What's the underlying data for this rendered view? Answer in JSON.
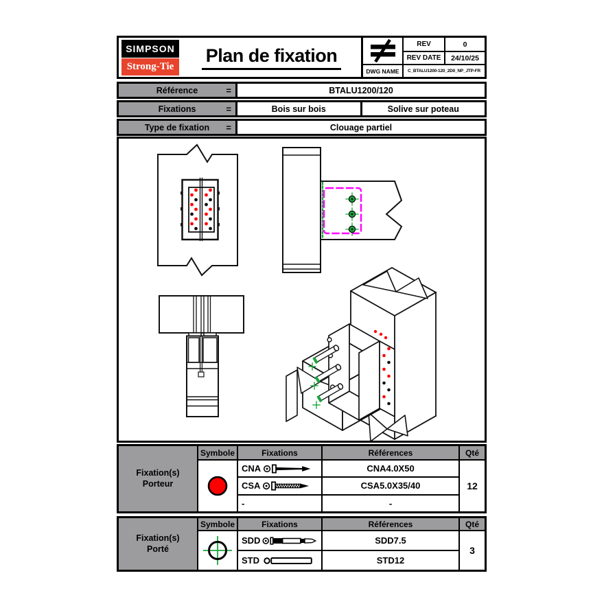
{
  "header": {
    "brand_top": "SIMPSON",
    "brand_bottom": "Strong-Tie",
    "title": "Plan de fixation",
    "not_equal_symbol": "≠",
    "rev_label": "REV",
    "rev_value": "0",
    "rev_date_label": "REV DATE",
    "rev_date_value": "24/10/25",
    "dwg_label": "DWG NAME",
    "dwg_value": "C_BTALU1200-120_2D0_NP_JTP-FR"
  },
  "info": {
    "rows": [
      {
        "label": "Référence",
        "equals": "=",
        "values": [
          "BTALU1200/120"
        ]
      },
      {
        "label": "Fixations",
        "equals": "=",
        "values": [
          "Bois sur bois",
          "Solive sur poteau"
        ]
      },
      {
        "label": "Type de fixation",
        "equals": "=",
        "values": [
          "Clouage partiel"
        ]
      }
    ]
  },
  "tables": {
    "headers": {
      "symbole": "Symbole",
      "fixations": "Fixations",
      "references": "Références",
      "qte": "Qté"
    },
    "porteur": {
      "title_line1": "Fixation(s)",
      "title_line2": "Porteur",
      "symbol": "red-circle",
      "rows": [
        {
          "code": "CNA",
          "reference": "CNA4.0X50",
          "icon": "nail"
        },
        {
          "code": "CSA",
          "reference": "CSA5.0X35/40",
          "icon": "threaded-screw"
        },
        {
          "code": "-",
          "reference": "-",
          "icon": "none"
        }
      ],
      "qty": "12"
    },
    "porte": {
      "title_line1": "Fixation(s)",
      "title_line2": "Porté",
      "symbol": "green-crosshair",
      "rows": [
        {
          "code": "SDD",
          "reference": "SDD7.5",
          "icon": "dowel-screw"
        },
        {
          "code": "STD",
          "reference": "STD12",
          "icon": "smooth-dowel"
        }
      ],
      "qty": "3"
    }
  },
  "colors": {
    "brand_red": "#e8432c",
    "cell_gray": "#9c9c9e",
    "fastener_red": "#ff0000",
    "fastener_green": "#19a53c",
    "hidden_magenta": "#ff00ff"
  }
}
